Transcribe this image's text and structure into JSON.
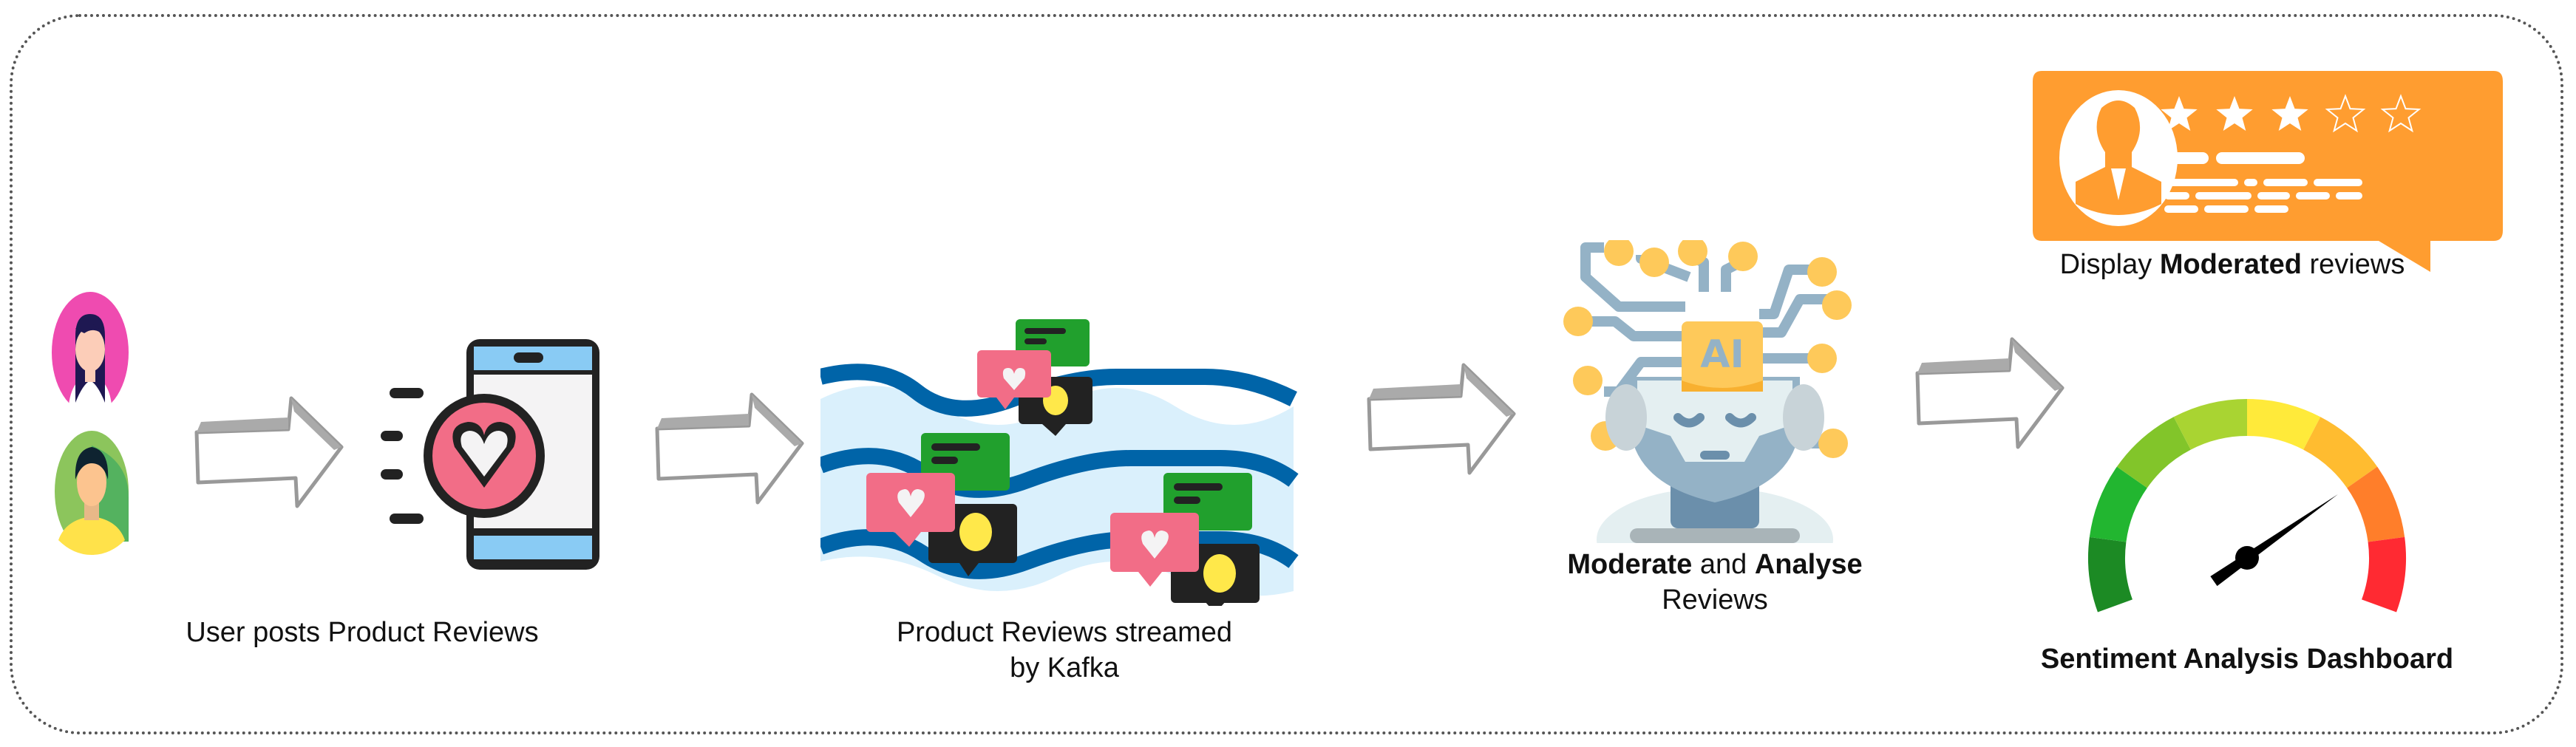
{
  "diagram": {
    "title": "Product review moderation and sentiment analysis pipeline",
    "steps": [
      {
        "id": "users",
        "caption": "User posts  Product Reviews",
        "icons": [
          "female-user-avatar",
          "male-user-avatar",
          "phone-heart"
        ]
      },
      {
        "id": "kafka",
        "caption_line1": "Product Reviews streamed",
        "caption_line2": "by Kafka",
        "icons": [
          "stream-waves",
          "chat-bubbles"
        ]
      },
      {
        "id": "ai",
        "caption_bold1": "Moderate",
        "caption_mid": " and ",
        "caption_bold2": "Analyse",
        "caption_line2": "Reviews",
        "chip_label": "AI",
        "icons": [
          "ai-robot-head"
        ]
      },
      {
        "id": "display",
        "caption_pre": "Display ",
        "caption_bold": "Moderated",
        "caption_post": " reviews",
        "rating": {
          "filled": 3,
          "total": 5
        },
        "icons": [
          "review-card"
        ]
      },
      {
        "id": "dashboard",
        "caption": "Sentiment Analysis Dashboard",
        "gauge": {
          "needle_fraction": 0.75,
          "segments": 8
        },
        "icons": [
          "sentiment-gauge"
        ]
      }
    ],
    "arrows": [
      "arrow-1",
      "arrow-2",
      "arrow-3",
      "arrow-4"
    ],
    "colors": {
      "pink": "#ef4bb0",
      "green_avatar": "#8cc55c",
      "phone_blue": "#89cbf4",
      "heart_pink": "#f26d87",
      "wave_blue": "#0064a8",
      "wave_light": "#daf0fc",
      "bubble_green": "#21a02d",
      "smile_yellow": "#ffe84a",
      "ai_gold": "#fec95a",
      "robot_steel": "#94b2c6",
      "card_orange": "#ff9d30",
      "gauge": [
        "#1c8a24",
        "#22b630",
        "#82c52a",
        "#a9d432",
        "#ffea3a",
        "#ffbc30",
        "#ff7e2a",
        "#ff2a32"
      ]
    }
  }
}
